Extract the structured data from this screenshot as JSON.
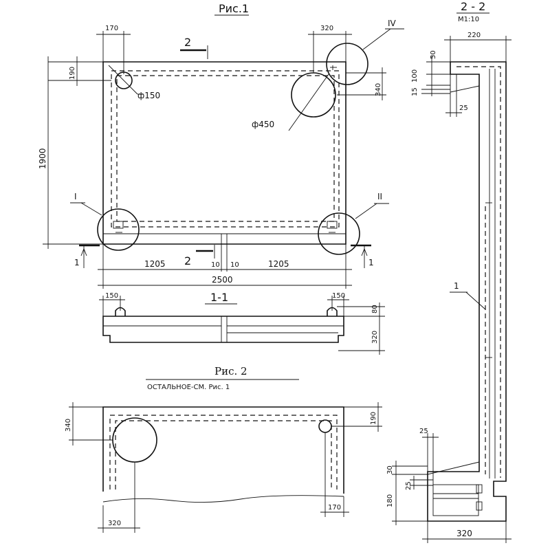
{
  "fig1": {
    "title": "Рис.1",
    "dim_170": "170",
    "dim_320": "320",
    "dim_190": "190",
    "dim_340": "340",
    "dim_1900": "1900",
    "dim_1205_left": "1205",
    "dim_1205_right": "1205",
    "dim_10_left": "10",
    "dim_10_right": "10",
    "dim_2500": "2500",
    "hole_small": "ф150",
    "hole_large": "ф450",
    "node_I": "I",
    "node_II": "II",
    "node_IV": "IV",
    "section_2_top": "2",
    "section_2_bottom": "2",
    "section_1_left": "1",
    "section_1_right": "1"
  },
  "section11": {
    "title": "1-1",
    "dim_150_left": "150",
    "dim_150_right": "150",
    "dim_80": "80",
    "dim_320": "320"
  },
  "fig2": {
    "title": "Рис. 2",
    "note": "ОСТАЛЬНОЕ-СМ.   Рис. 1",
    "dim_340": "340",
    "dim_190": "190",
    "dim_320": "320",
    "dim_170": "170"
  },
  "section22": {
    "title": "2 - 2",
    "scale": "М1:10",
    "dim_220": "220",
    "dim_50": "50",
    "dim_100": "100",
    "dim_15": "15",
    "dim_25_top": "25",
    "dim_25_bottom": "25",
    "dim_30": "30",
    "dim_25_small": "25",
    "dim_180": "180",
    "dim_320": "320",
    "callout_1": "1"
  }
}
